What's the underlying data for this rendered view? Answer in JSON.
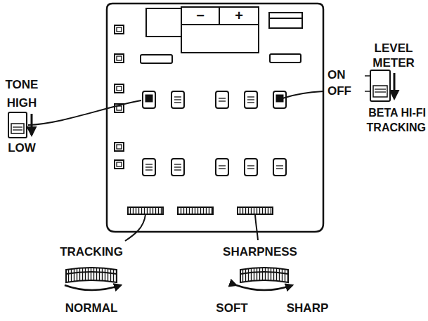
{
  "diagram": {
    "labels": [
      "TONE",
      "HIGH",
      "LOW",
      "LEVEL METER",
      "ON",
      "OFF",
      "BETA HI-FI TRACKING",
      "TRACKING",
      "NORMAL",
      "SHARPNESS",
      "SOFT",
      "SHARP",
      "−",
      "+"
    ]
  }
}
